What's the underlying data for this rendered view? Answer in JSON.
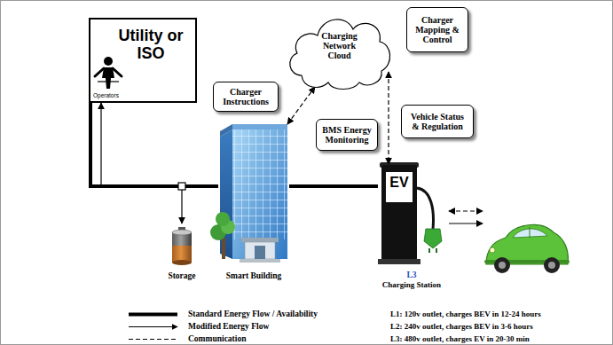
{
  "diagram": {
    "nodes": [
      {
        "text": [
          "Utility or ISO",
          "Operators"
        ]
      },
      {
        "text": [
          "Charging Network Cloud"
        ]
      },
      {
        "text": [
          "Charger Mapping & Control"
        ]
      },
      {
        "text": [
          "Charger Instructions"
        ]
      },
      {
        "text": [
          "BMS Energy Monitoring"
        ]
      },
      {
        "text": [
          "Vehicle Status & Regulation"
        ]
      },
      {
        "text": [
          "Storage"
        ]
      },
      {
        "text": [
          "Smart Building"
        ]
      },
      {
        "text": [
          "EV",
          "L3",
          "Charging Station"
        ]
      }
    ],
    "edges": [
      {
        "from": 0,
        "to": 6,
        "arrow": "both"
      },
      {
        "from": 0,
        "to": 7,
        "arrow": "none"
      },
      {
        "from": 7,
        "to": 8,
        "arrow": "none"
      },
      {
        "from": 7,
        "to": 1,
        "arrow": "both"
      },
      {
        "from": 1,
        "to": 8,
        "arrow": "both"
      }
    ],
    "labels": [
      "L1: 120v outlet, charges BEV in 12-24 hours",
      "L2: 240v outlet, charges BEV in 3-6 hours",
      "L3: 480v outlet, charges EV in 20-30 min"
    ],
    "legend": [
      {
        "text": "Standard Energy Flow / Availability"
      },
      {
        "text": "Modified Energy Flow"
      },
      {
        "text": "Communication"
      }
    ]
  }
}
